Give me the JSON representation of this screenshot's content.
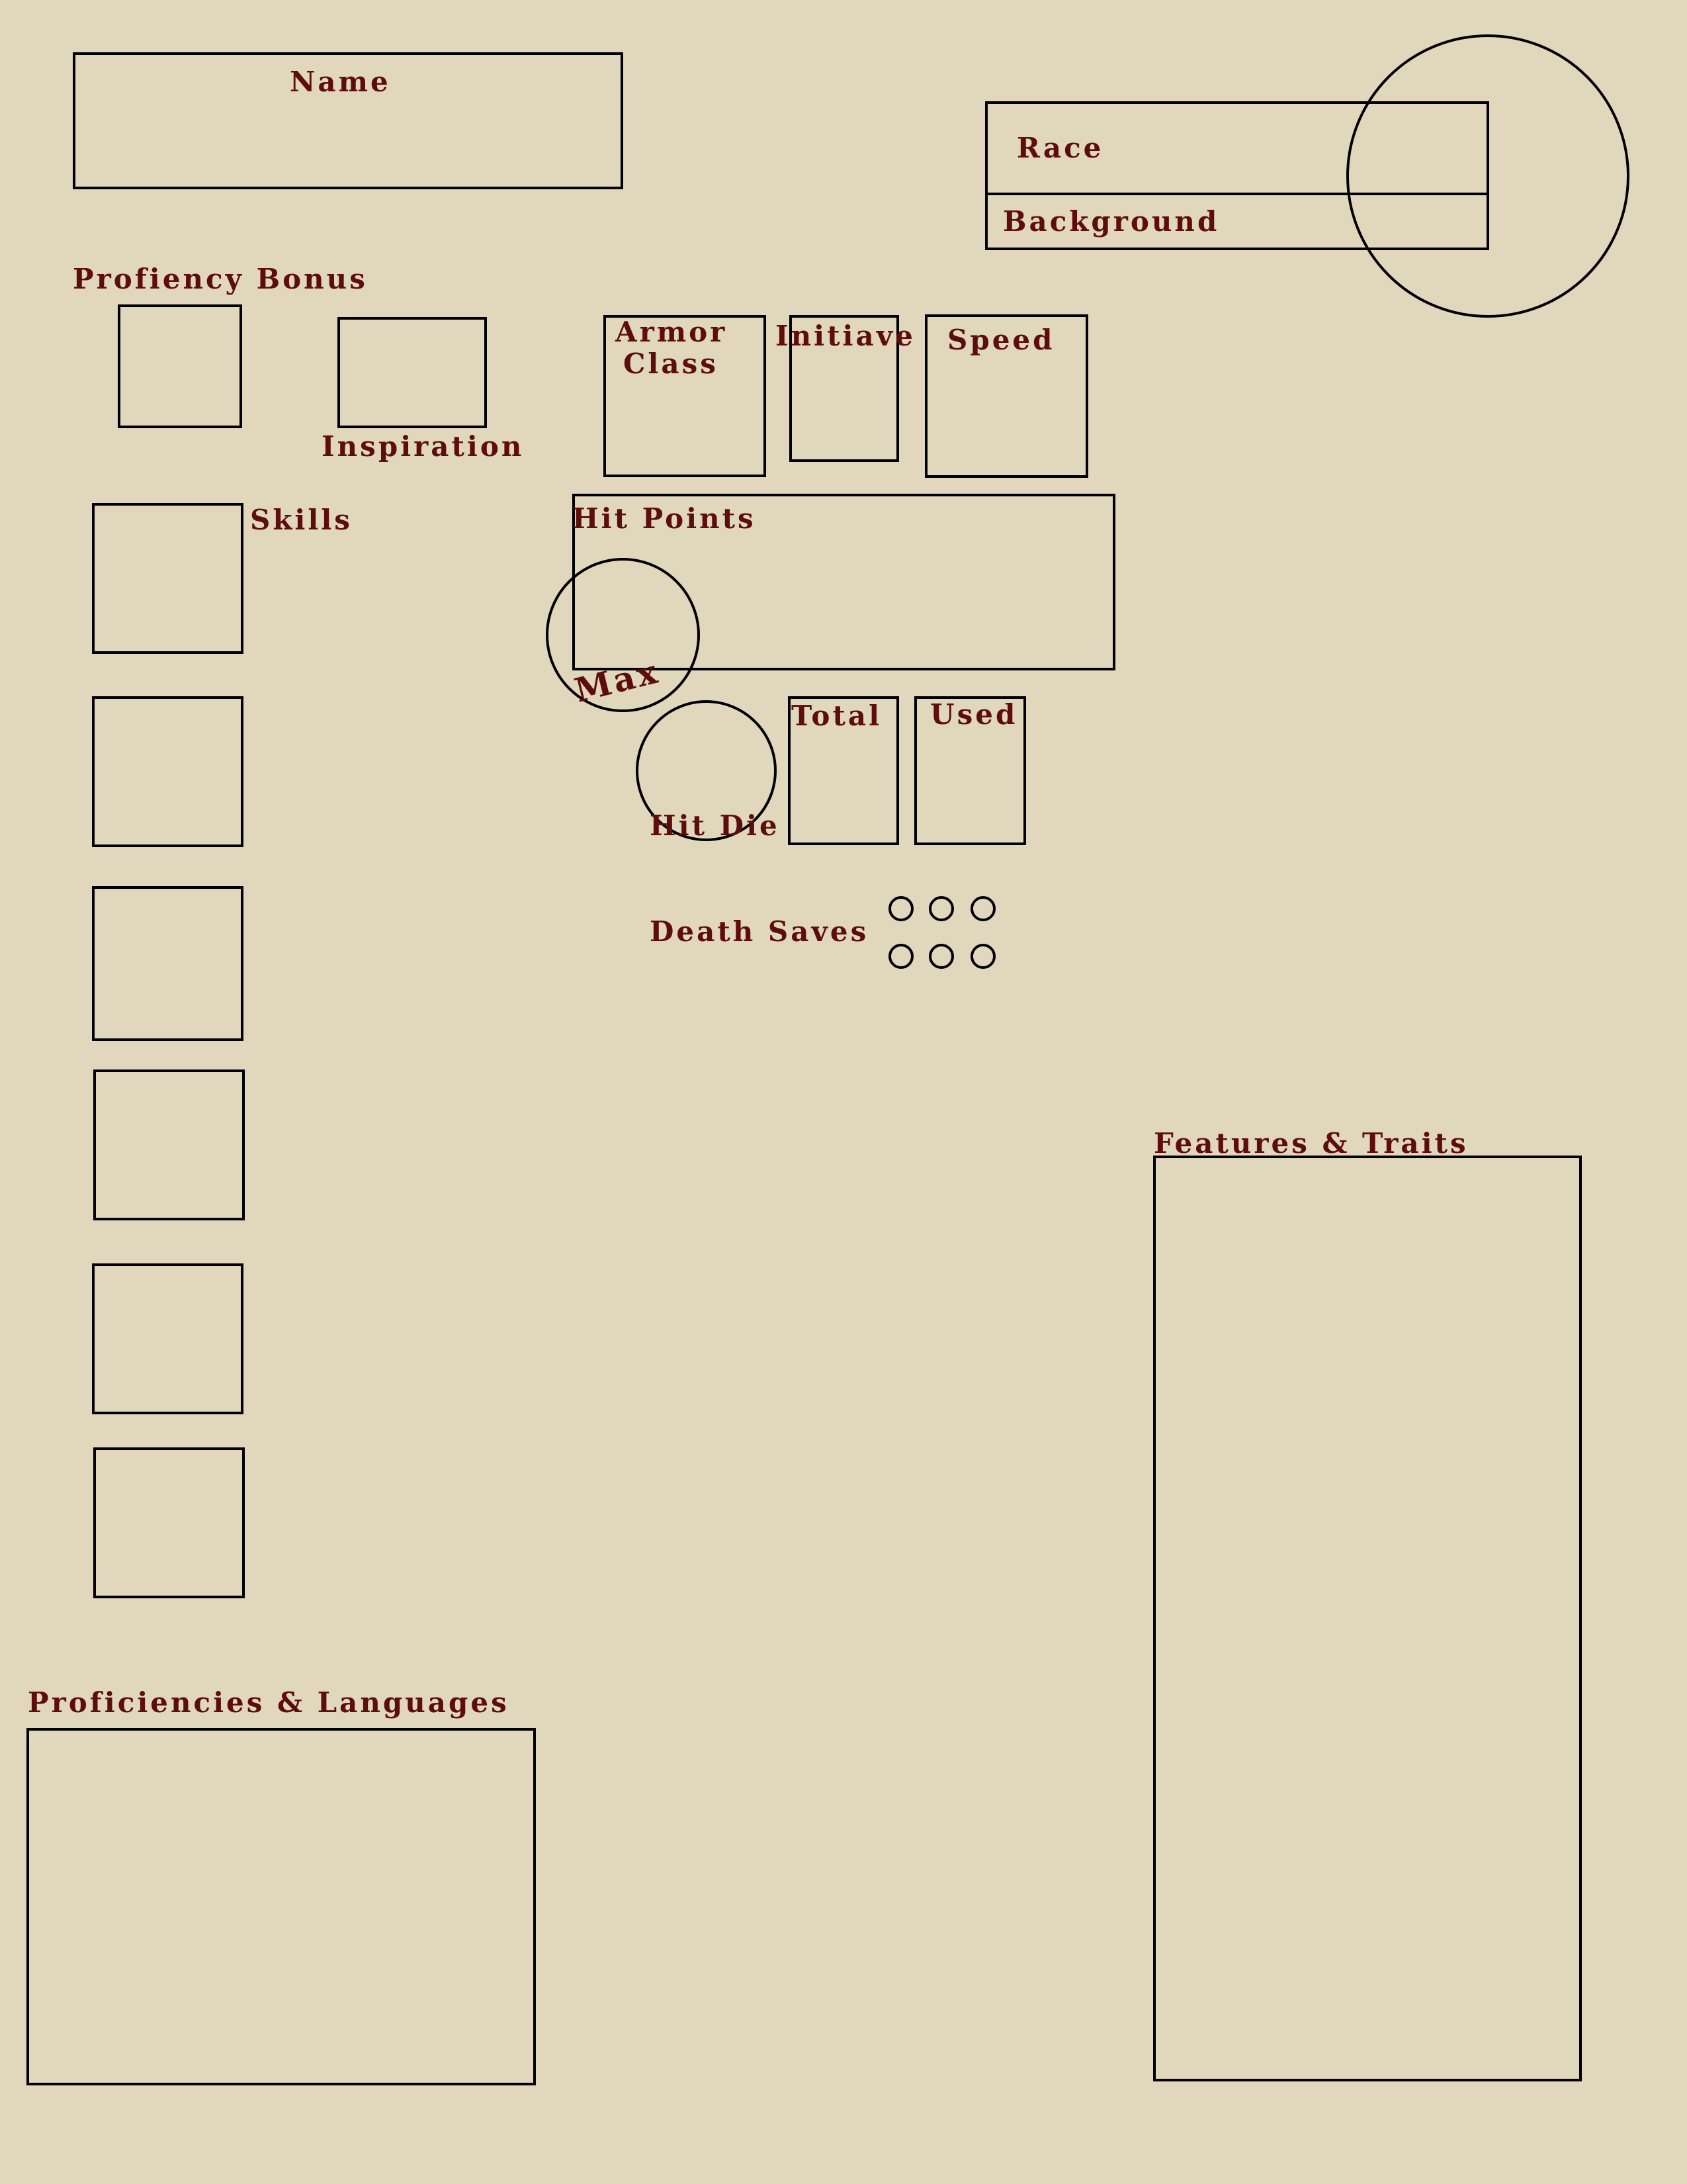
{
  "header": {
    "name_label": "Name",
    "race_label": "Race",
    "background_label": "Background"
  },
  "stats": {
    "proficiency_label": "Profiency Bonus",
    "inspiration_label": "Inspiration",
    "armor_class_line1": "Armor",
    "armor_class_line2": "Class",
    "initiative_label": "Initiave",
    "speed_label": "Speed"
  },
  "skills": {
    "label": "Skills"
  },
  "hit_points": {
    "label": "Hit Points",
    "max_label": "Max"
  },
  "hit_dice": {
    "label": "Hit Die",
    "total_label": "Total",
    "used_label": "Used"
  },
  "death_saves": {
    "label": "Death Saves"
  },
  "proficiencies": {
    "label": "Proficiencies & Languages"
  },
  "features": {
    "label": "Features & Traits"
  }
}
